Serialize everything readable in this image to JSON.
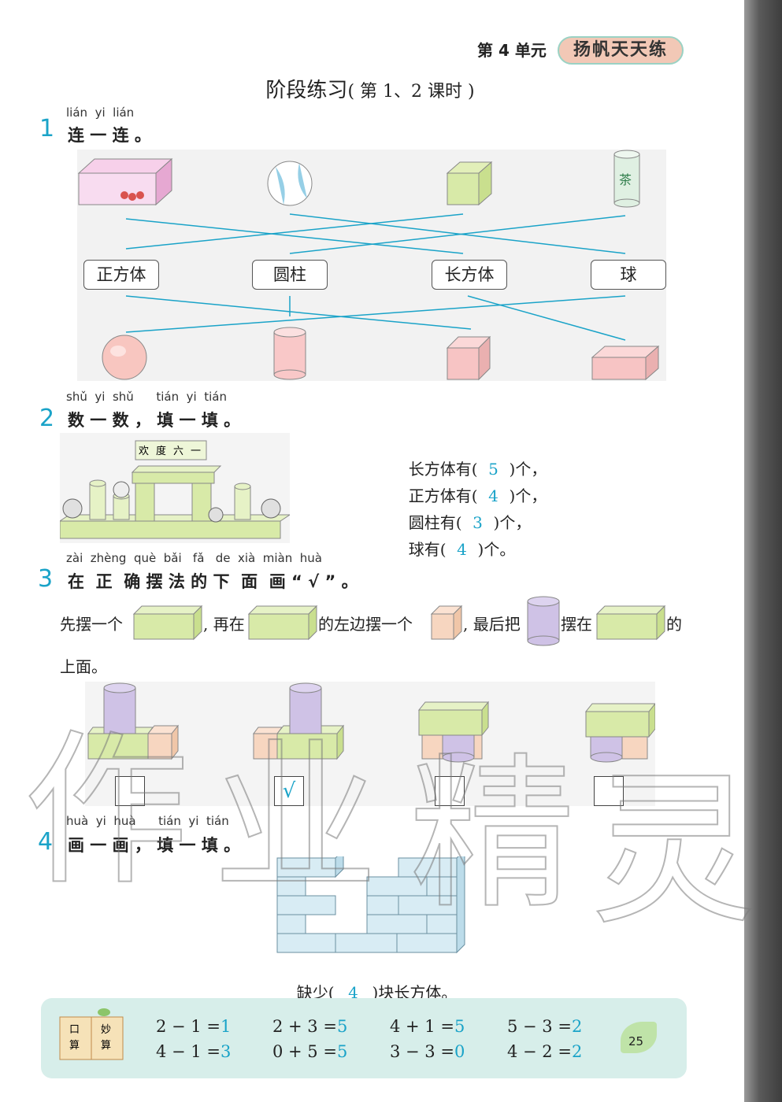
{
  "header": {
    "unit": "第 4 单元",
    "badge": "扬帆天天练",
    "title": "阶段练习",
    "title_sub": "( 第 1、2 课时 )"
  },
  "q1": {
    "num": "1",
    "pinyin": "lián  yi  lián",
    "text": "连 一 连 。",
    "tea_label": "茶",
    "labels": [
      "正方体",
      "圆柱",
      "长方体",
      "球"
    ]
  },
  "q2": {
    "num": "2",
    "pinyin": "shǔ  yi  shǔ      tián  yi  tián",
    "text": "数 一 数 ， 填 一 填 。",
    "sign": [
      "欢",
      "度",
      "六",
      "一"
    ],
    "rows": [
      {
        "prefix": "长方体有(",
        "answer": "5",
        "suffix": ")个，"
      },
      {
        "prefix": "正方体有(",
        "answer": "4",
        "suffix": ")个，"
      },
      {
        "prefix": "圆柱有(",
        "answer": "3",
        "suffix": ")个，"
      },
      {
        "prefix": "球有(",
        "answer": "4",
        "suffix": ")个。"
      }
    ]
  },
  "q3": {
    "num": "3",
    "pinyin": "zài  zhèng  què  bǎi   fǎ   de  xià  miàn  huà",
    "text": "在  正  确 摆 法 的 下  面  画 “ √ ” 。",
    "instr": [
      "先摆一个",
      ", 再在",
      "的左边摆一个",
      ", 最后把",
      "摆在",
      "的"
    ],
    "instr_end": "上面。",
    "checks": [
      "",
      "√",
      "",
      ""
    ]
  },
  "q4": {
    "num": "4",
    "pinyin": "huà  yi  huà      tián  yi  tián",
    "text": "画 一 画 ， 填 一 填 。",
    "answer_prefix": "缺少(",
    "answer": "4",
    "answer_suffix": ")块长方体。"
  },
  "mental_math": {
    "label": [
      "口",
      "妙",
      "算",
      "算"
    ],
    "equations": [
      {
        "expr": "2 − 1 =",
        "ans": "1"
      },
      {
        "expr": "2 + 3 =",
        "ans": "5"
      },
      {
        "expr": "4 + 1 =",
        "ans": "5"
      },
      {
        "expr": "5 − 3 =",
        "ans": "2"
      },
      {
        "expr": "4 − 1 =",
        "ans": "3"
      },
      {
        "expr": "0 + 5 =",
        "ans": "5"
      },
      {
        "expr": "3 − 3 =",
        "ans": "0"
      },
      {
        "expr": "4 − 2 =",
        "ans": "2"
      }
    ]
  },
  "page_number": "25",
  "watermark": [
    "作",
    "业",
    "精",
    "灵"
  ],
  "colors": {
    "answer": "#1aa3c8",
    "green": "#d9ebb8",
    "pink": "#f6c6c6",
    "purple": "#cfc2e6"
  }
}
